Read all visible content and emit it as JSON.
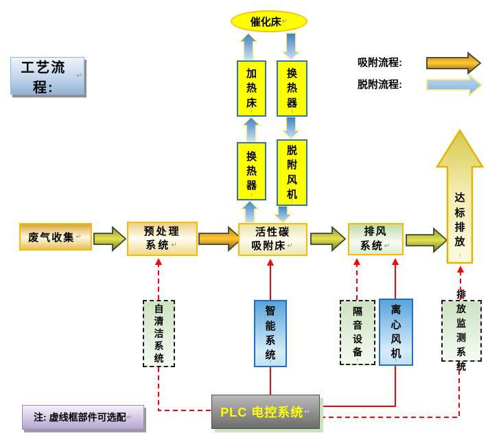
{
  "title": {
    "label": "工艺流程:"
  },
  "legend": {
    "adsorption_label": "吸附流程:",
    "desorption_label": "脱附流程:"
  },
  "nodes": {
    "catalytic_bed": {
      "label": "催化床"
    },
    "heating_bed": {
      "label": "加热床"
    },
    "heat_exchanger_right": {
      "label": "换热器"
    },
    "heat_exchanger_left": {
      "label": "换热器"
    },
    "desorption_fan": {
      "label": "脱附风机"
    },
    "gas_collection": {
      "label": "废气收集"
    },
    "pretreatment": {
      "line1": "预处理",
      "line2": "系统"
    },
    "carbon_bed": {
      "line1": "活性碳",
      "line2": "吸附床"
    },
    "exhaust_system": {
      "line1": "排风",
      "line2": "系统"
    },
    "discharge": {
      "label": "达标排放"
    },
    "self_cleaning": {
      "label": "自清洁系统"
    },
    "smart_system": {
      "label": "智能系统"
    },
    "soundproof": {
      "label": "隔音设备"
    },
    "centrifugal_fan": {
      "label": "离心风机"
    },
    "emission_monitor": {
      "label": "排放监测系统"
    },
    "plc": {
      "label": "PLC 电控系统"
    }
  },
  "note": {
    "label": "注: 虚线框部件可选配"
  },
  "marks": {
    "pilcrow": "↵",
    "anchor": "↑"
  },
  "colors": {
    "connector_red": "#FF0000",
    "process_box_yellow": "#FFFF00",
    "process_border_blue": "#2E74B5",
    "gold_border": "#FFB900",
    "adsorption_arrow_gold": "#D99400",
    "desorption_arrow_blue": "#8FB8E0",
    "flow_arrow_olive": "#9AA420",
    "plc_text_yellow": "#FFFF00"
  }
}
